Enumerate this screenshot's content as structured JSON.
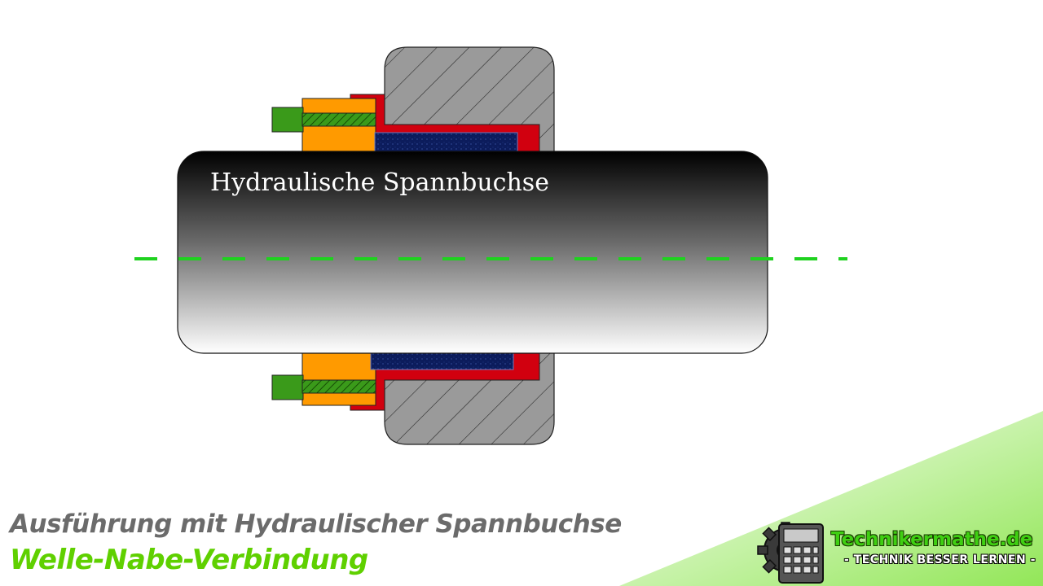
{
  "diagram": {
    "shaft_label": "Hydraulische Spannbuchse"
  },
  "footer": {
    "subtitle": "Ausführung mit Hydraulischer Spannbuchse",
    "title": "Welle-Nabe-Verbindung"
  },
  "brand": {
    "name": "Technikermathe.de",
    "tagline": "- TECHNIK BESSER LERNEN -"
  },
  "colors": {
    "hub": "#9a9a9a",
    "sleeve": "#d1000f",
    "ring": "#ff9a00",
    "screw": "#3a9a1a",
    "pressure_chamber": "#0c1c5c",
    "centerline": "#1fd21f",
    "accent_green": "#5fd000"
  }
}
